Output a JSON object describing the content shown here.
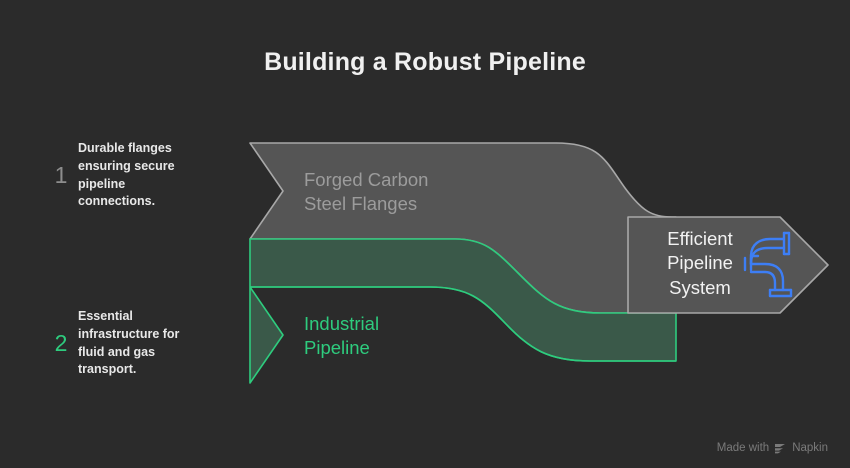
{
  "page": {
    "title": "Building a Robust Pipeline",
    "background_color": "#2b2b2b"
  },
  "colors": {
    "background": "#2b2b2b",
    "band_grey_fill": "#555555",
    "band_grey_stroke": "#a8a8a8",
    "band_green_fill": "#3a5949",
    "band_green_stroke": "#2ecc7e",
    "result_fill": "#555555",
    "result_stroke": "#a8a8a8",
    "accent_green": "#2ecc7e",
    "accent_blue": "#3d7ef5",
    "title_text": "#f0f0f0",
    "note_text": "#e8e8e8",
    "muted_text": "#9c9c9c",
    "watermark_text": "#7a7a7a"
  },
  "notes": [
    {
      "number": "1",
      "text": "Durable flanges ensuring secure pipeline connections.",
      "accent": "grey"
    },
    {
      "number": "2",
      "text": "Essential infrastructure for fluid and gas transport.",
      "accent": "green"
    }
  ],
  "bands": [
    {
      "id": "forged-carbon-steel-flanges",
      "label": "Forged Carbon\nSteel Flanges",
      "color": "#555555"
    },
    {
      "id": "industrial-pipeline",
      "label": "Industrial\nPipeline",
      "color": "#3a5949"
    }
  ],
  "result": {
    "label": "Efficient\nPipeline\nSystem",
    "icon": "pipe-icon",
    "icon_color": "#3d7ef5"
  },
  "watermark": {
    "prefix": "Made with",
    "brand": "Napkin",
    "icon": "napkin-logo-icon"
  }
}
